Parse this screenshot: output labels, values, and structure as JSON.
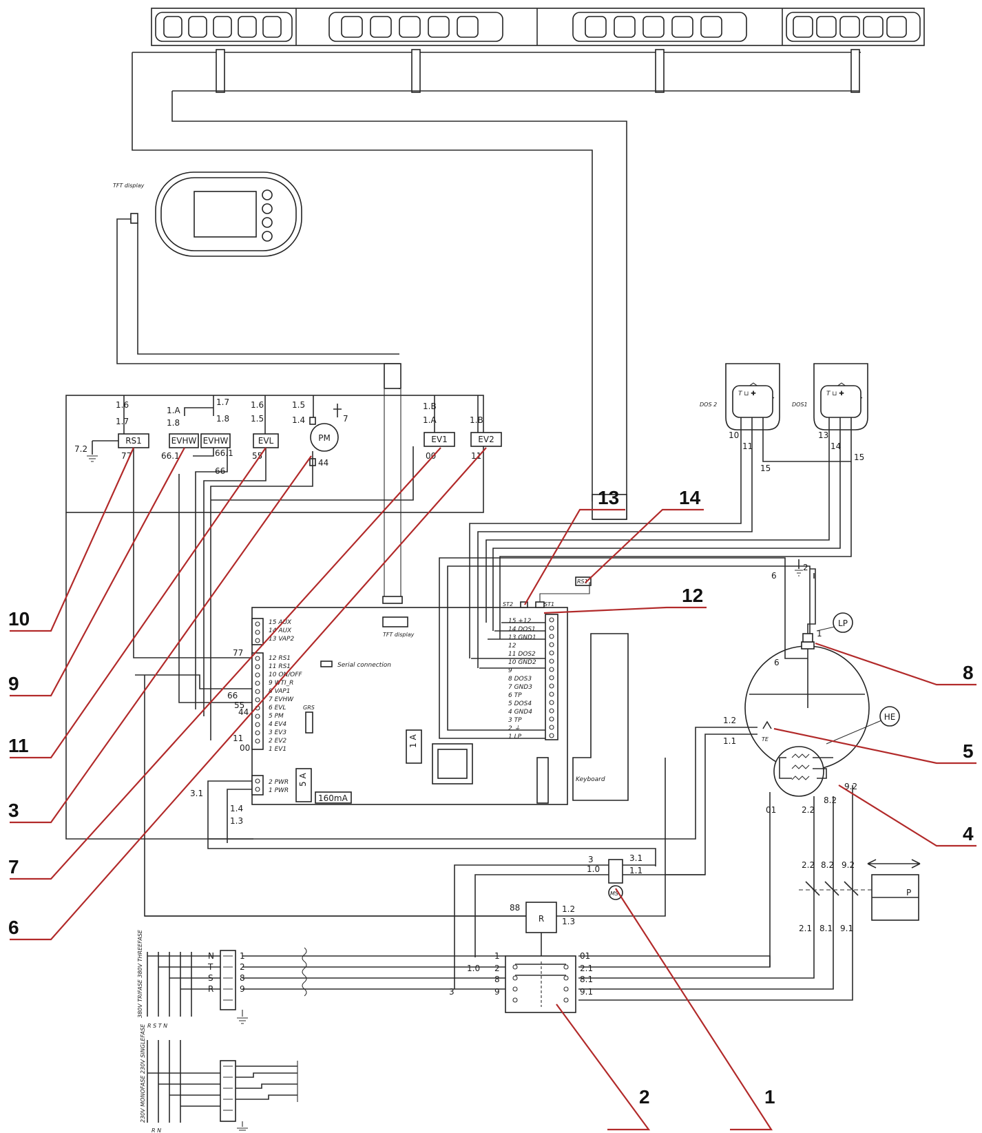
{
  "colors": {
    "wire": "#2b2b2b",
    "callout": "#b22a2a",
    "background": "#ffffff"
  },
  "board": {
    "tft_label": "TFT display",
    "serial": "Serial connection",
    "grs": "GRS",
    "fuse_1a": "1 A",
    "fuse_5a": "5 A",
    "fuse_160": "160mA",
    "keyboard": "Keyboard",
    "st1": "ST1",
    "st2": "ST2",
    "rs1": "RS1",
    "left_terminals": [
      "15 AUX",
      "14 AUX",
      "13 VAP2",
      "12 RS1",
      "11 RS1",
      "10 ON/OFF",
      "9 WTI_R",
      "8 VAP1",
      "7 EVHW",
      "6 EVL",
      "5 PM",
      "4 EV4",
      "3 EV3",
      "2 EV2",
      "1 EV1",
      "2 PWR",
      "1 PWR"
    ],
    "right_terminals": [
      "15 +12",
      "14 DOS1",
      "13 GND1",
      "12",
      "11 DOS2",
      "10 GND2",
      "9",
      "8 DOS3",
      "7 GND3",
      "6 TP",
      "5 DOS4",
      "4 GND4",
      "3 TP",
      "2 ⏚",
      "1 LP"
    ]
  },
  "top_components": [
    "RS1",
    "EVHW",
    "EVHW",
    "EVL",
    "PM",
    "EV1",
    "EV2"
  ],
  "wire_labels": {
    "l16": "1.6",
    "l17": "1.7",
    "l72": "7.2",
    "l77": "77",
    "l1a": "1.A",
    "l18": "1.8",
    "l17b": "1.7",
    "l18b": "1.8",
    "l661": "66.1",
    "l661b": "66.1",
    "l66": "66",
    "l16b": "1.6",
    "l15": "1.5",
    "l55": "55",
    "l15b": "1.5",
    "l14": "1.4",
    "l7": "7",
    "l44": "44",
    "l1b": "1.B",
    "l1ab": "1.A",
    "l00": "00",
    "l1bb": "1.B",
    "l11": "11",
    "b77": "77",
    "b66": "66",
    "b55": "55",
    "b44": "44",
    "b11": "11",
    "b00": "00",
    "b31": "3.1",
    "b14": "1.4",
    "b13": "1.3",
    "d10": "10",
    "d11": "11",
    "d15": "15",
    "d13": "13",
    "d14": "14",
    "d15b": "15",
    "dos2": "DOS 2",
    "dos1": "DOS1",
    "g6": "6",
    "g2": "2",
    "g1": "1",
    "g6b": "6",
    "b12": "1.2",
    "b11b": "1.1",
    "te": "TE",
    "b82": "8.2",
    "b22": "2.2",
    "b01": "01",
    "b22b": "2.2",
    "b92": "9.2",
    "ms3": "3",
    "ms31": "3.1",
    "ms10": "1.0",
    "ms11": "1.1",
    "ms": "MS",
    "r88": "88",
    "r": "R",
    "r12": "1.2",
    "r13": "1.3",
    "c22": "2.2",
    "c82": "8.2",
    "c92": "9.2",
    "c21": "2.1",
    "c81": "8.1",
    "c91": "9.1",
    "p": "P",
    "m1": "1",
    "m2": "2",
    "m8": "8",
    "m9": "9",
    "m01": "01",
    "m21": "2.1",
    "m81": "8.1",
    "m91": "9.1",
    "m10": "1.0",
    "m3": "3",
    "tn": "N",
    "tt": "T",
    "ts": "S",
    "tr": "R",
    "t1": "1",
    "t2": "2",
    "t8": "8",
    "t9": "9",
    "trifase": "380V TRIFASE 380V THREEFASE",
    "monofase": "230V MONOFASE 230V SINGLEFASE",
    "rstn": "R S T N",
    "rn": "R N",
    "lp": "LP",
    "he": "HE"
  },
  "callouts": [
    "1",
    "2",
    "3",
    "4",
    "5",
    "6",
    "7",
    "8",
    "9",
    "10",
    "11",
    "12",
    "13",
    "14"
  ]
}
